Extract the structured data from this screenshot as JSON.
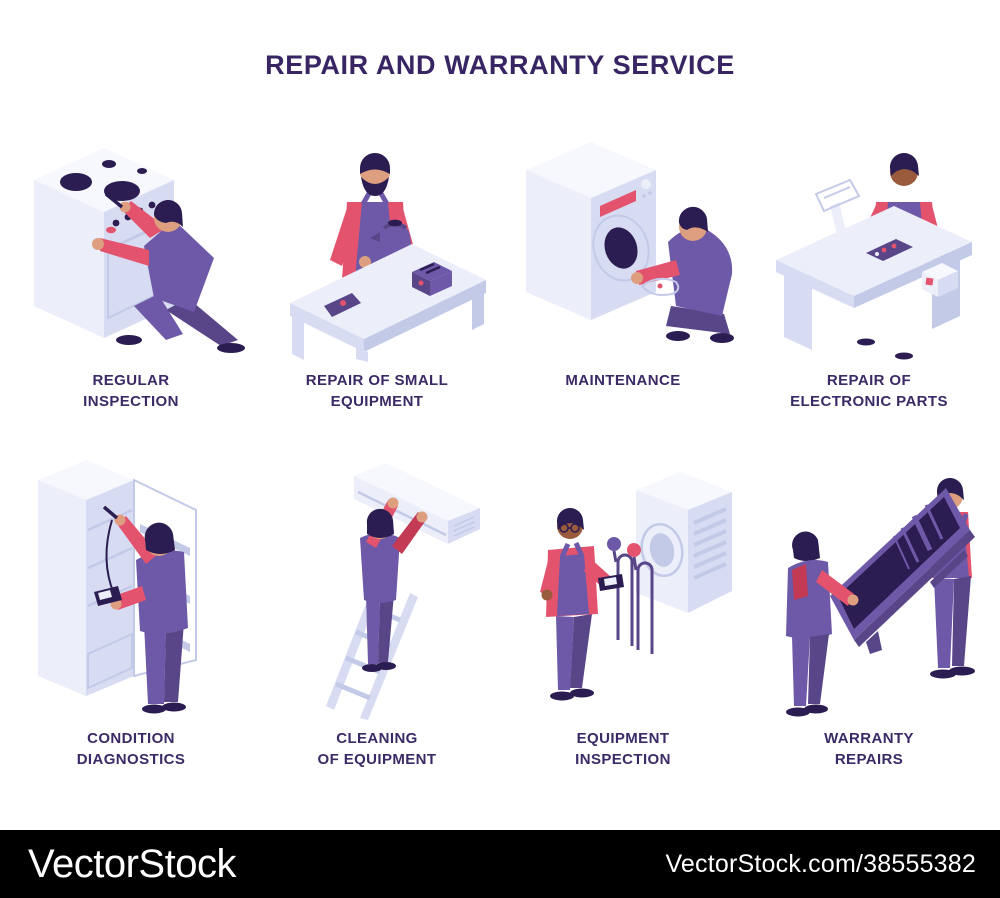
{
  "title": "REPAIR AND WARRANTY SERVICE",
  "items": [
    {
      "label": "REGULAR\nINSPECTION",
      "illustration": "technician-inspecting-stove"
    },
    {
      "label": "REPAIR OF SMALL\nEQUIPMENT",
      "illustration": "technician-with-small-appliances-on-table"
    },
    {
      "label": "MAINTENANCE",
      "illustration": "technician-servicing-washing-machine"
    },
    {
      "label": "REPAIR OF\nELECTRONIC PARTS",
      "illustration": "technician-repairing-electronics-at-desk"
    },
    {
      "label": "CONDITION\nDIAGNOSTICS",
      "illustration": "technician-diagnosing-refrigerator"
    },
    {
      "label": "CLEANING\nOF EQUIPMENT",
      "illustration": "technician-on-ladder-cleaning-air-conditioner"
    },
    {
      "label": "EQUIPMENT\nINSPECTION",
      "illustration": "technician-inspecting-ac-outdoor-unit"
    },
    {
      "label": "WARRANTY\nREPAIRS",
      "illustration": "two-technicians-carrying-tv"
    }
  ],
  "watermark": {
    "brand": "VectorStock",
    "credit": "VectorStock.com/38555382"
  },
  "colors": {
    "title_text": "#372663",
    "label_text": "#3b2a66",
    "worker_purple": "#6d59a8",
    "worker_purple_dark": "#584689",
    "accent_red": "#e4536e",
    "accent_red_dark": "#c23a54",
    "dark_navy": "#2b1d51",
    "appliance_light": "#eceef9",
    "appliance_mid": "#d8dcf2",
    "appliance_shade": "#c3cae8",
    "appliance_white": "#f7f8fd",
    "skin_light": "#dd9f80",
    "skin_dark": "#9a5a3c",
    "watermark_bg": "#000000",
    "watermark_text": "#ffffff",
    "background": "#ffffff"
  }
}
